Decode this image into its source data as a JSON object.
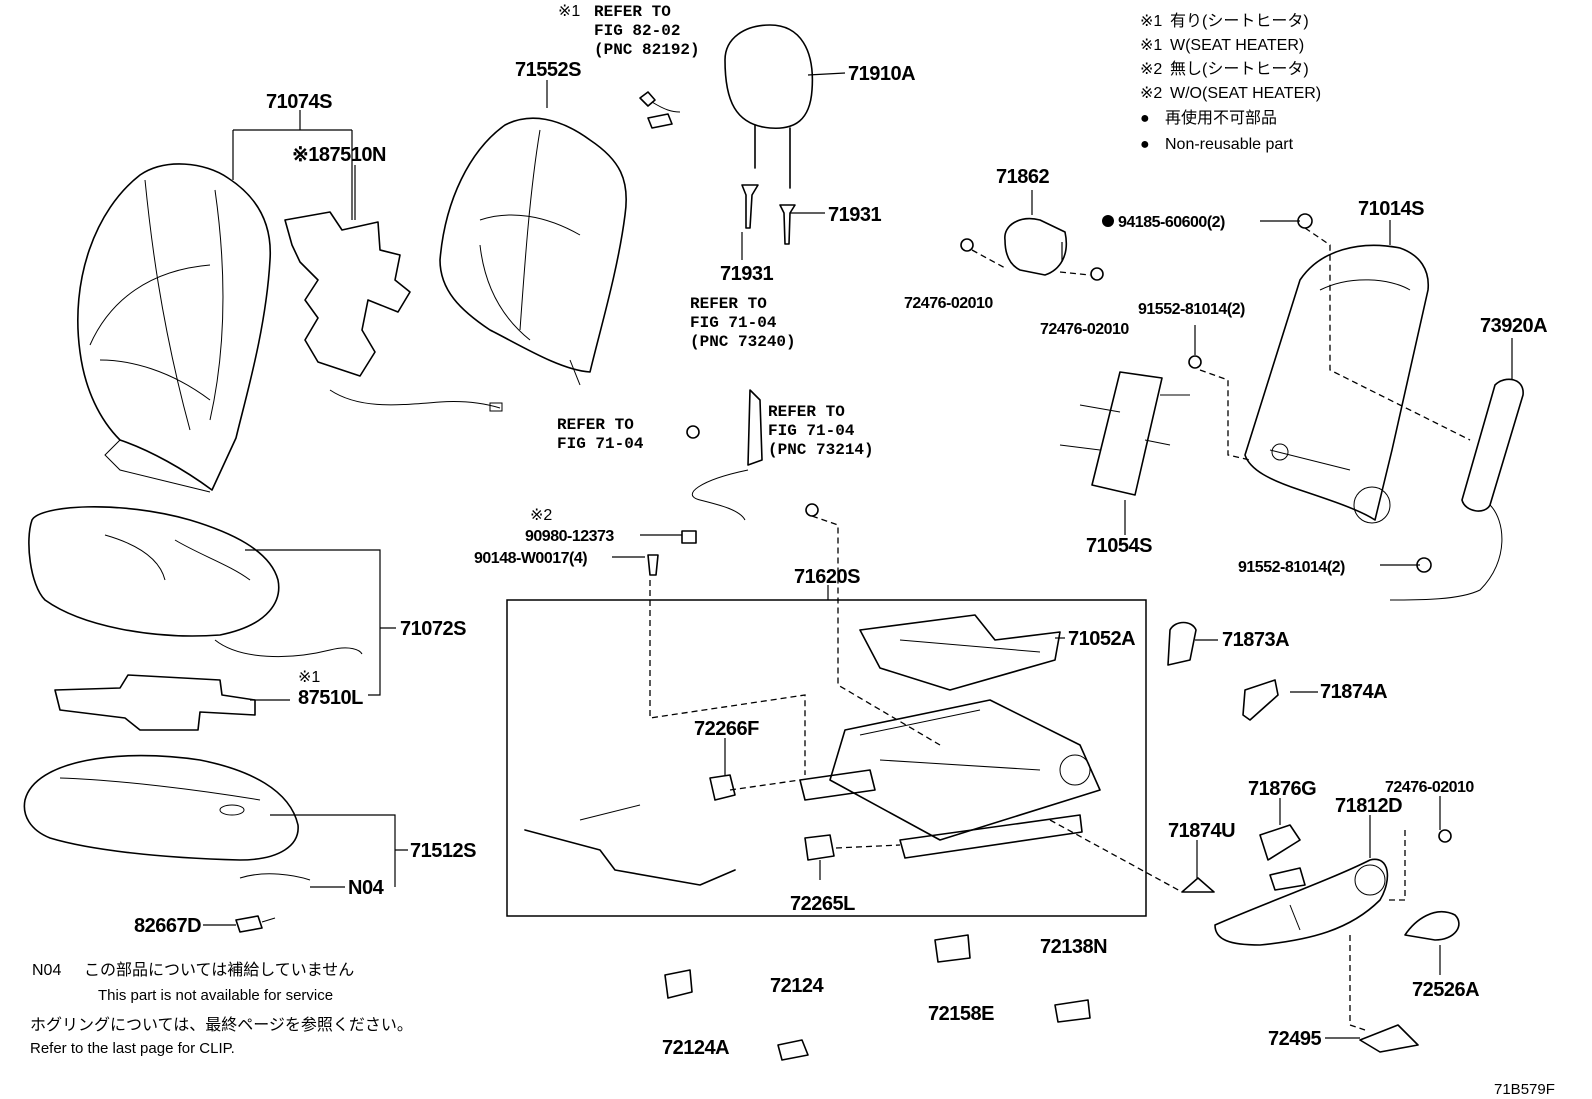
{
  "legend": [
    {
      "symbol": "※1",
      "text": "有り(シートヒータ)"
    },
    {
      "symbol": "※1",
      "text": "W(SEAT HEATER)"
    },
    {
      "symbol": "※2",
      "text": "無し(シートヒータ)"
    },
    {
      "symbol": "※2",
      "text": "W/O(SEAT HEATER)"
    },
    {
      "symbol": "●",
      "text": "再使用不可部品"
    },
    {
      "symbol": "●",
      "text": "Non-reusable part"
    }
  ],
  "parts": {
    "p71074S": "71074S",
    "p87510N": "※187510N",
    "p71552S": "71552S",
    "p71910A": "71910A",
    "p71931a": "71931",
    "p71931b": "71931",
    "p71862": "71862",
    "p94185": "94185-60600(2)",
    "p71014S": "71014S",
    "p72476a": "72476-02010",
    "p72476b": "72476-02010",
    "p91552a": "91552-81014(2)",
    "p73920A": "73920A",
    "p71054S": "71054S",
    "p91552b": "91552-81014(2)",
    "p90980": "90980-12373",
    "p90148": "90148-W0017(4)",
    "p71620S": "71620S",
    "p71072S": "71072S",
    "p87510L": "87510L",
    "p71052A": "71052A",
    "p71873A": "71873A",
    "p71874A": "71874A",
    "p72266F": "72266F",
    "p72265L": "72265L",
    "p71512S": "71512S",
    "pN04": "N04",
    "p82667D": "82667D",
    "p72476c": "72476-02010",
    "p71876G": "71876G",
    "p71812D": "71812D",
    "p71874U": "71874U",
    "p72526A": "72526A",
    "p72495": "72495",
    "p72124": "72124",
    "p72124A": "72124A",
    "p72158E": "72158E",
    "p72138N": "72138N"
  },
  "marks": {
    "m1_ref": "※1",
    "m1_cushion": "※1",
    "m2_conn": "※2"
  },
  "refs": {
    "r82_1": "REFER TO",
    "r82_2": "FIG 82-02",
    "r82_3": "(PNC 82192)",
    "r73240_1": "REFER TO",
    "r73240_2": "FIG 71-04",
    "r73240_3": "(PNC 73240)",
    "r7104_1": "REFER TO",
    "r7104_2": "FIG 71-04",
    "r73214_1": "REFER TO",
    "r73214_2": "FIG 71-04",
    "r73214_3": "(PNC 73214)"
  },
  "notes": {
    "n04_code": "N04",
    "n04_jp": "この部品については補給していません",
    "n04_en": "This part is not available for service",
    "clip_jp": "ホグリングについては、最終ページを参照ください。",
    "clip_en": "Refer to the last page for CLIP."
  },
  "figure_id": "71B579F"
}
